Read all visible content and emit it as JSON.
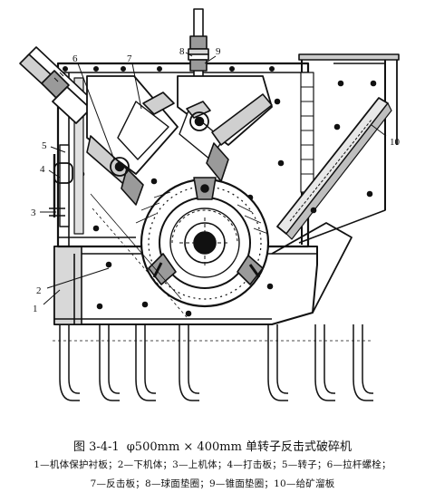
{
  "figure": {
    "callouts": [
      "1",
      "2",
      "3",
      "4",
      "5",
      "6",
      "7",
      "8",
      "9",
      "10"
    ]
  },
  "caption": {
    "number": "图 3-4-1",
    "title": "φ500mm × 400mm 单转子反击式破碎机",
    "legend_line1": "1—机体保护衬板；2—下机体；3—上机体；4—打击板；5—转子；6—拉杆螺栓；",
    "legend_line2": "7—反击板；8—球面垫圈；9—锥面垫圈；10—给矿溜板"
  }
}
